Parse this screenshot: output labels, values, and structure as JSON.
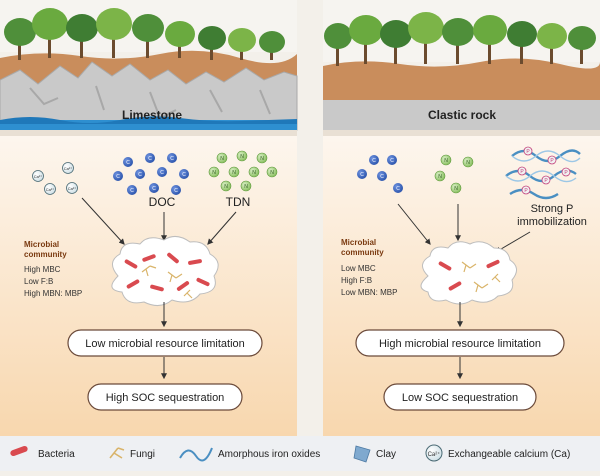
{
  "panels": [
    {
      "rock_label": "Limestone",
      "doc_label": "DOC",
      "tdn_label": "TDN",
      "community_title": [
        "Microbial",
        "community"
      ],
      "traits": [
        "High MBC",
        "Low F:B",
        "High MBN: MBP"
      ],
      "limitation": "Low microbial resource limitation",
      "sequestration": "High SOC sequestration"
    },
    {
      "rock_label": "Clastic rock",
      "p_note": [
        "Strong P",
        "immobilization"
      ],
      "community_title": [
        "Microbial",
        "community"
      ],
      "traits": [
        "Low MBC",
        "High F:B",
        "Low MBN: MBP"
      ],
      "limitation": "High microbial resource limitation",
      "sequestration": "Low SOC sequestration"
    }
  ],
  "symbols": {
    "ca": "Ca²⁺",
    "c": "C",
    "n": "N",
    "p": "P"
  },
  "legend": [
    {
      "icon": "bacteria-icon",
      "label": "Bacteria"
    },
    {
      "icon": "fungi-icon",
      "label": "Fungi"
    },
    {
      "icon": "iron-oxide-icon",
      "label": "Amorphous iron oxides"
    },
    {
      "icon": "clay-icon",
      "label": "Clay"
    },
    {
      "icon": "calcium-icon",
      "label": "Exchangeable calcium (Ca)"
    }
  ],
  "colors": {
    "soil_top": "#fdf5ec",
    "soil_bottom": "#f8d9b4",
    "rock": "#c9c9c9",
    "water": "#2e8fd0",
    "dirt": "#c98d5c",
    "bacteria": "#d94a4f",
    "fungi": "#d9b46a",
    "doc": "#3b66c4",
    "tdn": "#8fc36a",
    "p_mark": "#c2407a",
    "iron": "#4a8fc2",
    "box_stroke": "#6b4a3a"
  }
}
